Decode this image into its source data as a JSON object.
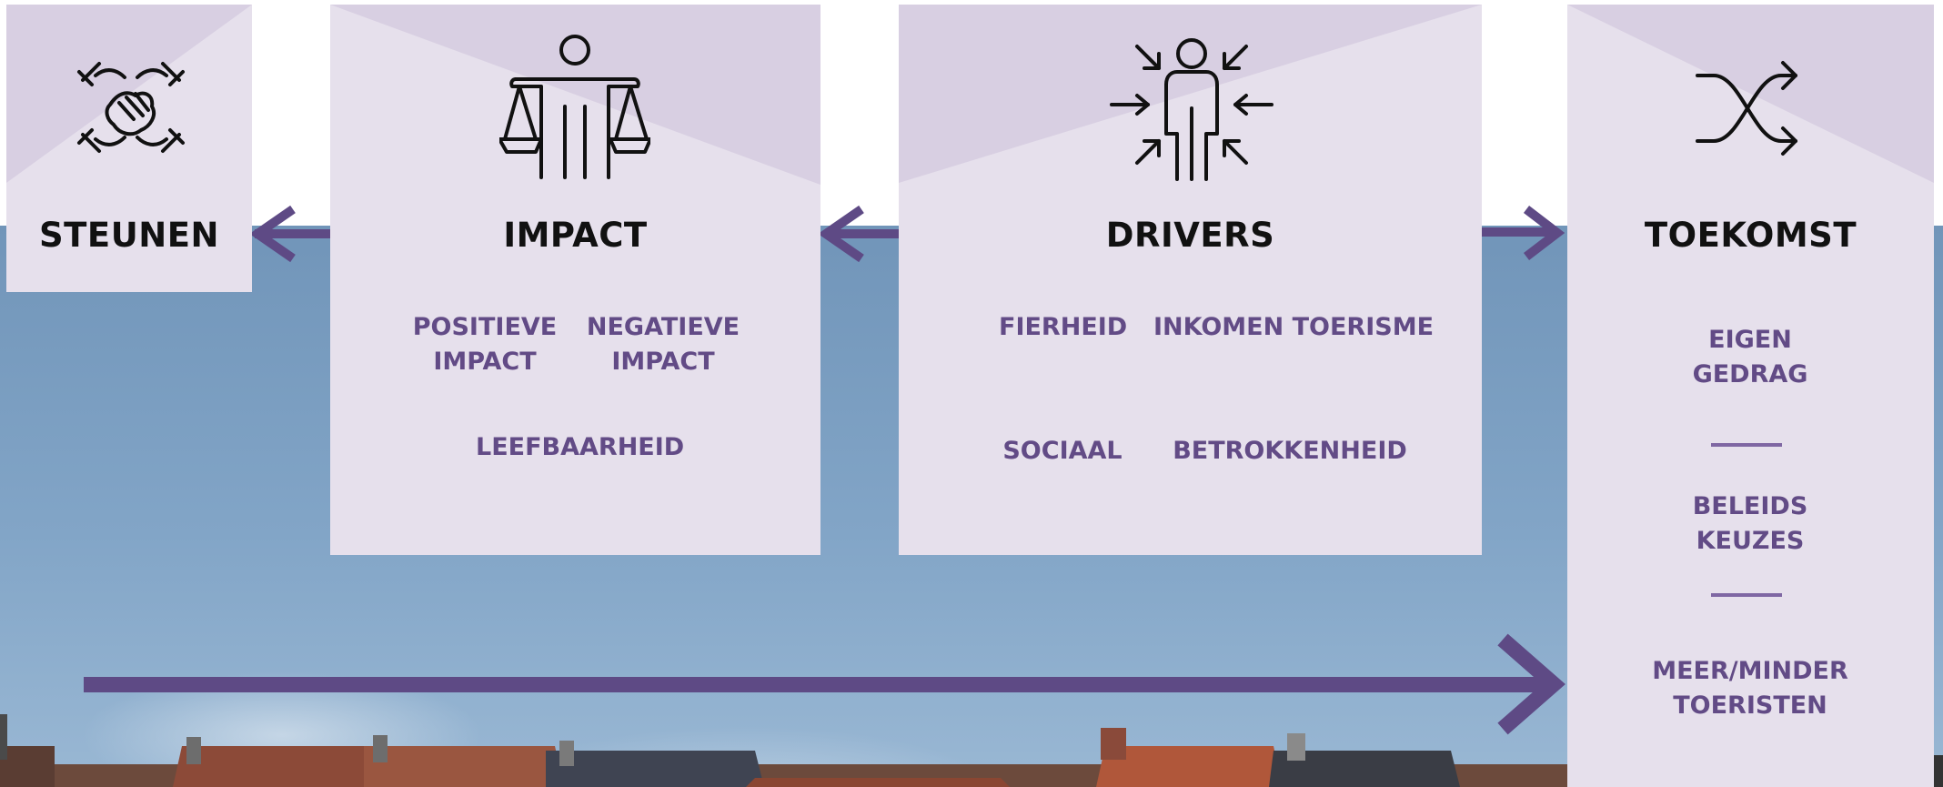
{
  "colors": {
    "card": "#e6e0ec",
    "card_triangle": "#d8cfe2",
    "arrow": "#5e4a85",
    "label": "#624b86",
    "title": "#111111"
  },
  "steunen": {
    "title": "STEUNEN",
    "icon": "hands-together-icon"
  },
  "impact": {
    "title": "IMPACT",
    "icon": "balance-scale-person-icon",
    "items": {
      "positive": "POSITIEVE\nIMPACT",
      "negative": "NEGATIEVE\nIMPACT",
      "livability": "LEEFBAARHEID"
    }
  },
  "drivers": {
    "title": "DRIVERS",
    "icon": "person-focus-arrows-icon",
    "items": {
      "pride": "FIERHEID",
      "income": "INKOMEN TOERISME",
      "social": "SOCIAAL",
      "involvement": "BETROKKENHEID"
    }
  },
  "toekomst": {
    "title": "TOEKOMST",
    "icon": "shuffle-arrows-icon",
    "items": {
      "behavior": "EIGEN\nGEDRAG",
      "policy": "BELEIDS\nKEUZES",
      "tourists": "MEER/MINDER\nTOERISTEN"
    }
  }
}
